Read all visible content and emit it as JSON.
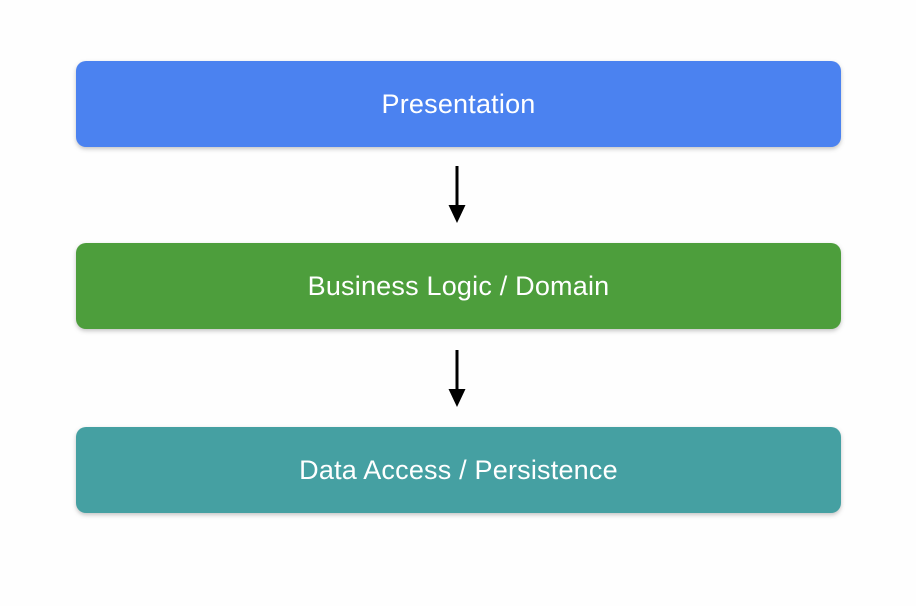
{
  "diagram": {
    "background_color": "#fefefe",
    "text_color": "#ffffff",
    "arrow_color": "#000000",
    "layers": [
      {
        "label": "Presentation",
        "color": "#4b82f0"
      },
      {
        "label": "Business Logic / Domain",
        "color": "#4d9e3c"
      },
      {
        "label": "Data Access / Persistence",
        "color": "#45a0a2"
      }
    ]
  }
}
